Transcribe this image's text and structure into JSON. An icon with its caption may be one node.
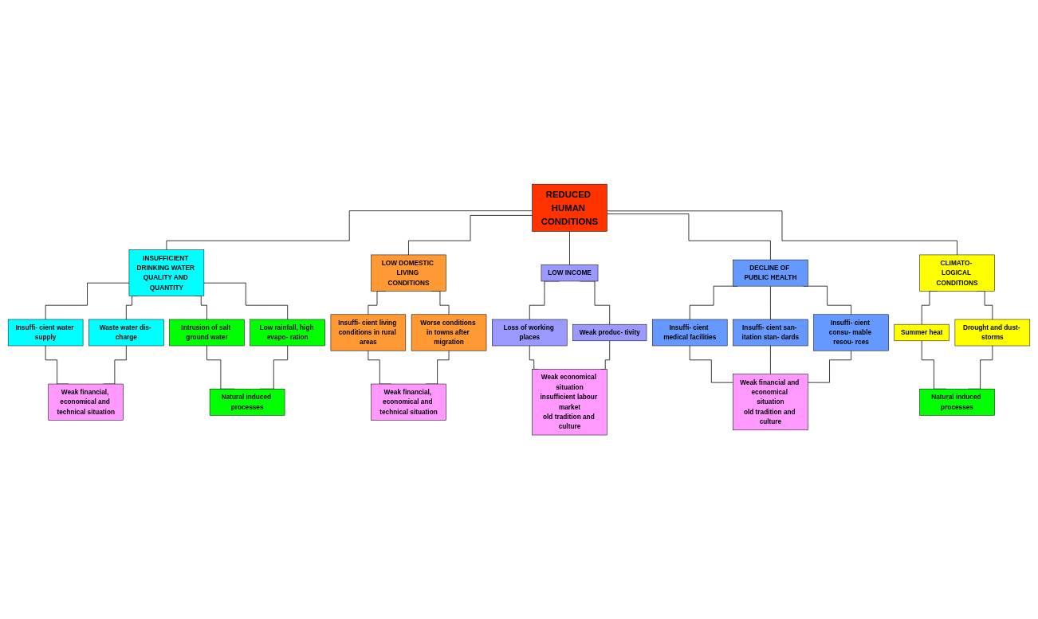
{
  "diagram": {
    "nodes": [
      {
        "text": [
          "REDUCED HUMAN CONDITIONS"
        ]
      },
      {
        "text": [
          "INSUFFICIENT DRINKING WATER QUALITY AND QUANTITY"
        ]
      },
      {
        "text": [
          "LOW DOMESTIC LIVING CONDITIONS"
        ]
      },
      {
        "text": [
          "LOW INCOME"
        ]
      },
      {
        "text": [
          "DECLINE OF PUBLIC HEALTH"
        ]
      },
      {
        "text": [
          "CLIMATO- LOGICAL CONDITIONS"
        ]
      },
      {
        "text": [
          "Insuffi- cient water supply"
        ]
      },
      {
        "text": [
          "Waste water dis- charge"
        ]
      },
      {
        "text": [
          "Intrusion of salt ground water"
        ]
      },
      {
        "text": [
          "Low rainfall, high evapo- ration"
        ]
      },
      {
        "text": [
          "Insuffi- cient living conditions in rural areas"
        ]
      },
      {
        "text": [
          "Worse conditions in towns after migration"
        ]
      },
      {
        "text": [
          "Loss of working places"
        ]
      },
      {
        "text": [
          "Weak produc- tivity"
        ]
      },
      {
        "text": [
          "Insuffi- cient medical facilities"
        ]
      },
      {
        "text": [
          "Insuffi- cient san- itation stan- dards"
        ]
      },
      {
        "text": [
          "Insuffi- cient consu- mable resou- rces"
        ]
      },
      {
        "text": [
          "Summer heat"
        ]
      },
      {
        "text": [
          "Drought and dust- storms"
        ]
      },
      {
        "text": [
          "Weak financial, economical and technical situation"
        ]
      },
      {
        "text": [
          "Natural induced processes"
        ]
      },
      {
        "text": [
          "Weak financial, economical and technical situation"
        ]
      },
      {
        "text": [
          "Weak economical situation",
          "insufficient labour market",
          "old tradition and culture"
        ]
      },
      {
        "text": [
          "Weak financial and economical situation",
          "old tradition and culture"
        ]
      },
      {
        "text": [
          "Natural induced processes"
        ]
      }
    ],
    "edges": [
      {
        "from": 0,
        "to": 1,
        "arrow": "none"
      },
      {
        "from": 0,
        "to": 2,
        "arrow": "none"
      },
      {
        "from": 0,
        "to": 3,
        "arrow": "none"
      },
      {
        "from": 0,
        "to": 4,
        "arrow": "none"
      },
      {
        "from": 0,
        "to": 5,
        "arrow": "none"
      },
      {
        "from": 1,
        "to": 6,
        "arrow": "none"
      },
      {
        "from": 1,
        "to": 7,
        "arrow": "none"
      },
      {
        "from": 1,
        "to": 8,
        "arrow": "none"
      },
      {
        "from": 1,
        "to": 9,
        "arrow": "none"
      },
      {
        "from": 2,
        "to": 10,
        "arrow": "none"
      },
      {
        "from": 2,
        "to": 11,
        "arrow": "none"
      },
      {
        "from": 3,
        "to": 12,
        "arrow": "none"
      },
      {
        "from": 3,
        "to": 13,
        "arrow": "none"
      },
      {
        "from": 4,
        "to": 14,
        "arrow": "none"
      },
      {
        "from": 4,
        "to": 15,
        "arrow": "none"
      },
      {
        "from": 4,
        "to": 16,
        "arrow": "none"
      },
      {
        "from": 5,
        "to": 17,
        "arrow": "none"
      },
      {
        "from": 5,
        "to": 18,
        "arrow": "none"
      },
      {
        "from": 6,
        "to": 19,
        "arrow": "none"
      },
      {
        "from": 7,
        "to": 19,
        "arrow": "none"
      },
      {
        "from": 8,
        "to": 20,
        "arrow": "none"
      },
      {
        "from": 9,
        "to": 20,
        "arrow": "none"
      },
      {
        "from": 10,
        "to": 21,
        "arrow": "none"
      },
      {
        "from": 11,
        "to": 21,
        "arrow": "none"
      },
      {
        "from": 12,
        "to": 22,
        "arrow": "none"
      },
      {
        "from": 13,
        "to": 22,
        "arrow": "none"
      },
      {
        "from": 14,
        "to": 23,
        "arrow": "none"
      },
      {
        "from": 15,
        "to": 23,
        "arrow": "none"
      },
      {
        "from": 16,
        "to": 23,
        "arrow": "none"
      },
      {
        "from": 17,
        "to": 24,
        "arrow": "none"
      },
      {
        "from": 18,
        "to": 24,
        "arrow": "none"
      }
    ]
  }
}
